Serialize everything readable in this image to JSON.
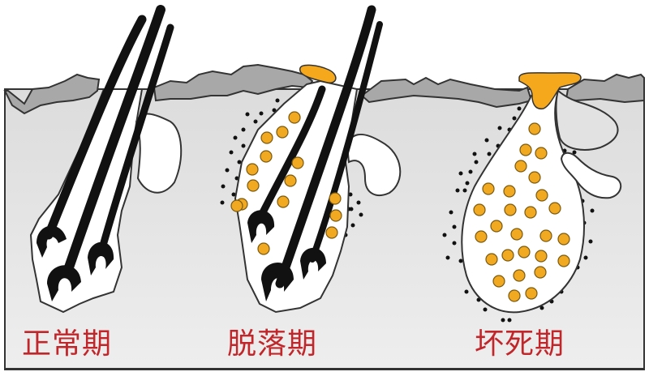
{
  "diagram": {
    "subject": "hair follicle stages",
    "stages": [
      {
        "id": "normal",
        "label": "正常期"
      },
      {
        "id": "shedding",
        "label": "脱落期"
      },
      {
        "id": "necrosis",
        "label": "坏死期"
      }
    ]
  },
  "colors": {
    "skin_surface": "#a9a9a9",
    "dermis": "#e2e2e2",
    "follicle_interior": "#ffffff",
    "hair": "#111111",
    "sebum_plug": "#f5a81c",
    "particle_fill": "#f2a922",
    "particle_stroke": "#7a5a10",
    "label": "#c0262a",
    "outline": "#333333"
  }
}
